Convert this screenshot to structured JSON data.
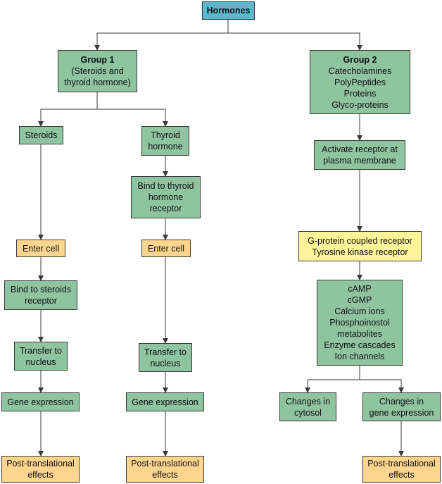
{
  "colors": {
    "root": "#5bb9cf",
    "group": "#8fc4a0",
    "cell_entry": "#fdd58e",
    "receptor": "#fdf49a",
    "effect": "#fdd58e",
    "line": "#3a3a3a"
  },
  "nodes": {
    "hormones": {
      "lines": [
        "Hormones"
      ]
    },
    "group1": {
      "lines": [
        "Group 1",
        "(Steroids and",
        "thyroid hormone)"
      ]
    },
    "group2": {
      "lines": [
        "Group 2",
        "Catecholamines",
        "PolyPeptides",
        "Proteins",
        "Glyco-proteins"
      ]
    },
    "steroids": {
      "lines": [
        "Steroids"
      ]
    },
    "thyroid_hormone": {
      "lines": [
        "Thyroid",
        "hormone"
      ]
    },
    "bind_thyroid_receptor": {
      "lines": [
        "Bind to thyroid",
        "hormone",
        "receptor"
      ]
    },
    "activate_receptor": {
      "lines": [
        "Activate receptor at",
        "plasma membrane"
      ]
    },
    "enter_cell_1": {
      "lines": [
        "Enter cell"
      ]
    },
    "enter_cell_2": {
      "lines": [
        "Enter cell"
      ]
    },
    "receptor_types": {
      "lines": [
        "G-protein coupled receptor",
        "Tyrosine kinase receptor"
      ]
    },
    "bind_steroids_receptor": {
      "lines": [
        "Bind to steroids",
        "receptor"
      ]
    },
    "second_messengers": {
      "lines": [
        "cAMP",
        "cGMP",
        "Calcium ions",
        "Phosphoinostol",
        "metabolites",
        "Enzyme cascades",
        "Ion channels"
      ]
    },
    "transfer_nucleus_1": {
      "lines": [
        "Transfer to",
        "nucleus"
      ]
    },
    "transfer_nucleus_2": {
      "lines": [
        "Transfer to",
        "nucleus"
      ]
    },
    "gene_expression_1": {
      "lines": [
        "Gene expression"
      ]
    },
    "gene_expression_2": {
      "lines": [
        "Gene expression"
      ]
    },
    "changes_cytosol": {
      "lines": [
        "Changes in",
        "cytosol"
      ]
    },
    "changes_gene_expression": {
      "lines": [
        "Changes in",
        "gene expression"
      ]
    },
    "post_translational_1": {
      "lines": [
        "Post-translational",
        "effects"
      ]
    },
    "post_translational_2": {
      "lines": [
        "Post-translational",
        "effects"
      ]
    },
    "post_translational_3": {
      "lines": [
        "Post-translational",
        "effects"
      ]
    }
  }
}
